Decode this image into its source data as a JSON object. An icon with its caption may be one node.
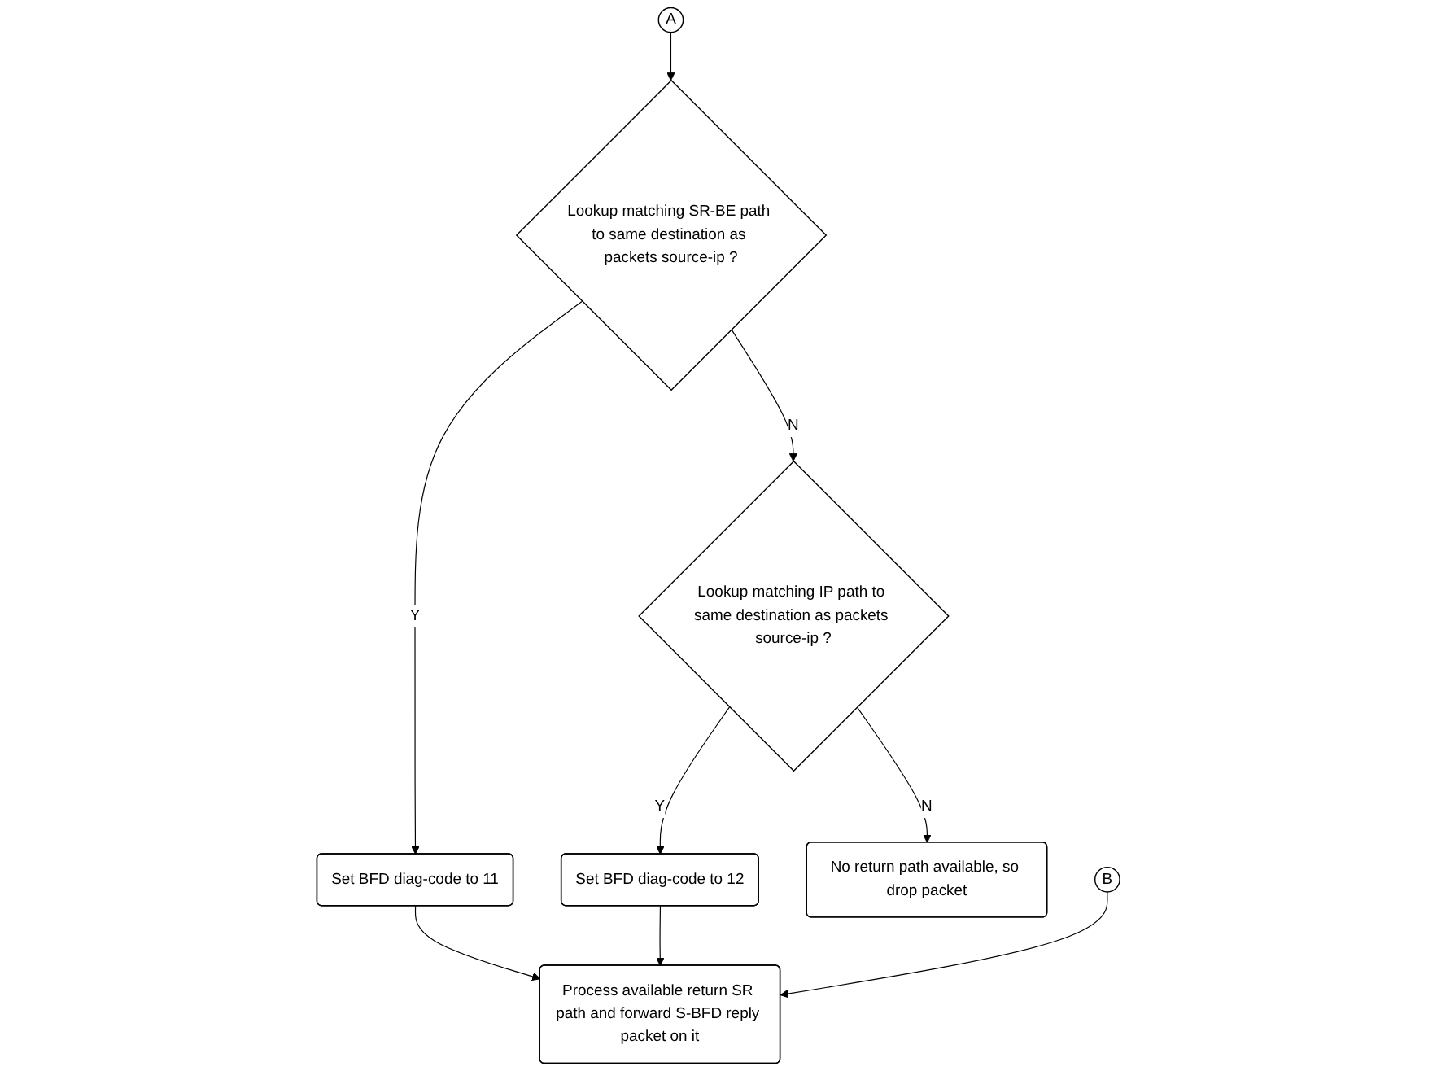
{
  "diagram": {
    "nodes": [
      {
        "text": [
          "A"
        ]
      },
      {
        "text": [
          "Lookup matching SR-BE path to same destination as packets source-ip ?"
        ]
      },
      {
        "text": [
          "Set BFD diag-code to 11"
        ]
      },
      {
        "text": [
          "Lookup matching IP path to same destination as packets source-ip ?"
        ]
      },
      {
        "text": [
          "Set BFD diag-code to 12"
        ]
      },
      {
        "text": [
          "No return path available, so drop packet"
        ]
      },
      {
        "text": [
          "B"
        ]
      },
      {
        "text": [
          "Process available return SR path and forward S-BFD reply packet on it"
        ]
      }
    ],
    "edges": [
      {
        "from": 0,
        "to": 1,
        "arrow": "to"
      },
      {
        "from": 1,
        "to": 2,
        "label": "Y",
        "arrow": "to"
      },
      {
        "from": 1,
        "to": 3,
        "label": "N",
        "arrow": "to"
      },
      {
        "from": 2,
        "to": 7,
        "arrow": "to"
      },
      {
        "from": 3,
        "to": 4,
        "label": "Y",
        "arrow": "to"
      },
      {
        "from": 3,
        "to": 5,
        "label": "N",
        "arrow": "to"
      },
      {
        "from": 4,
        "to": 7,
        "arrow": "to"
      },
      {
        "from": 6,
        "to": 7,
        "arrow": "to"
      }
    ]
  }
}
